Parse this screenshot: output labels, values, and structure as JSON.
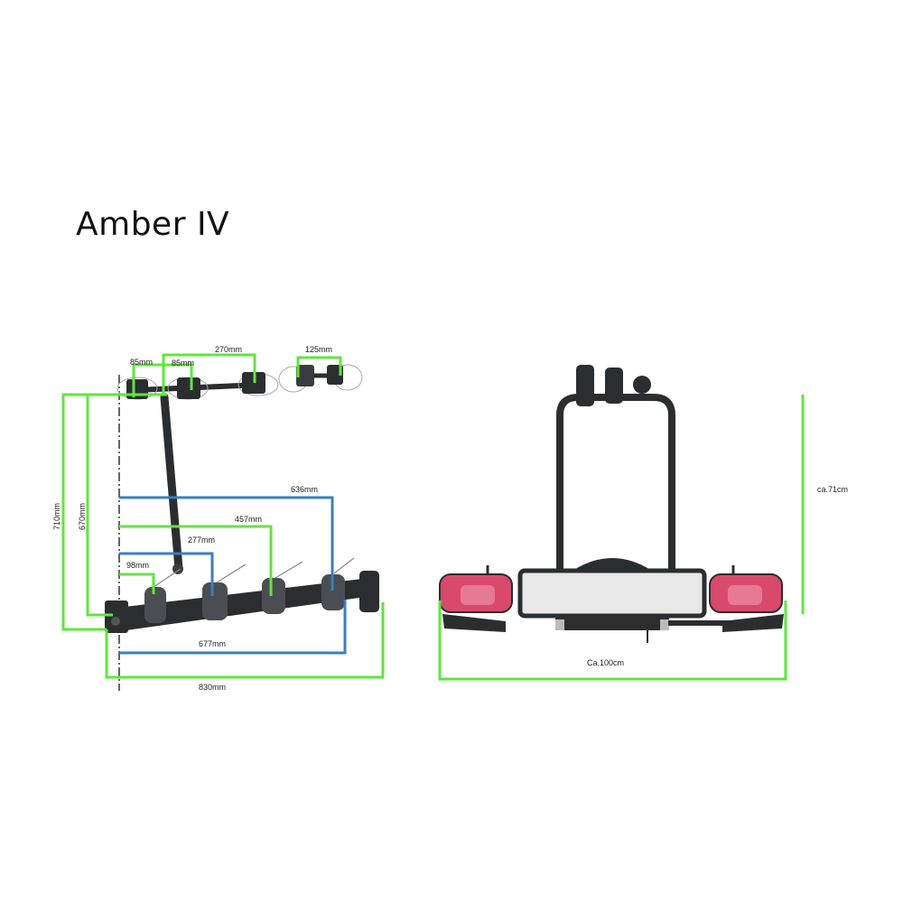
{
  "title": "Amber IV",
  "colors": {
    "green_dim": "#5ee83a",
    "blue_dim": "#3a7fbf",
    "rack_dark": "#2b2e31",
    "lamp_red": "#d9496b",
    "plate": "#e6e6e6"
  },
  "side_view": {
    "labels": {
      "w85a": "85mm",
      "w85b": "85mm",
      "w270": "270mm",
      "w125": "125mm",
      "h710": "710mm",
      "h670": "670mm",
      "d636": "636mm",
      "d457": "457mm",
      "d277": "277mm",
      "d98": "98mm",
      "d677": "677mm",
      "d830": "830mm"
    }
  },
  "front_view": {
    "labels": {
      "height": "ca.71cm",
      "width": "Ca.100cm"
    }
  }
}
